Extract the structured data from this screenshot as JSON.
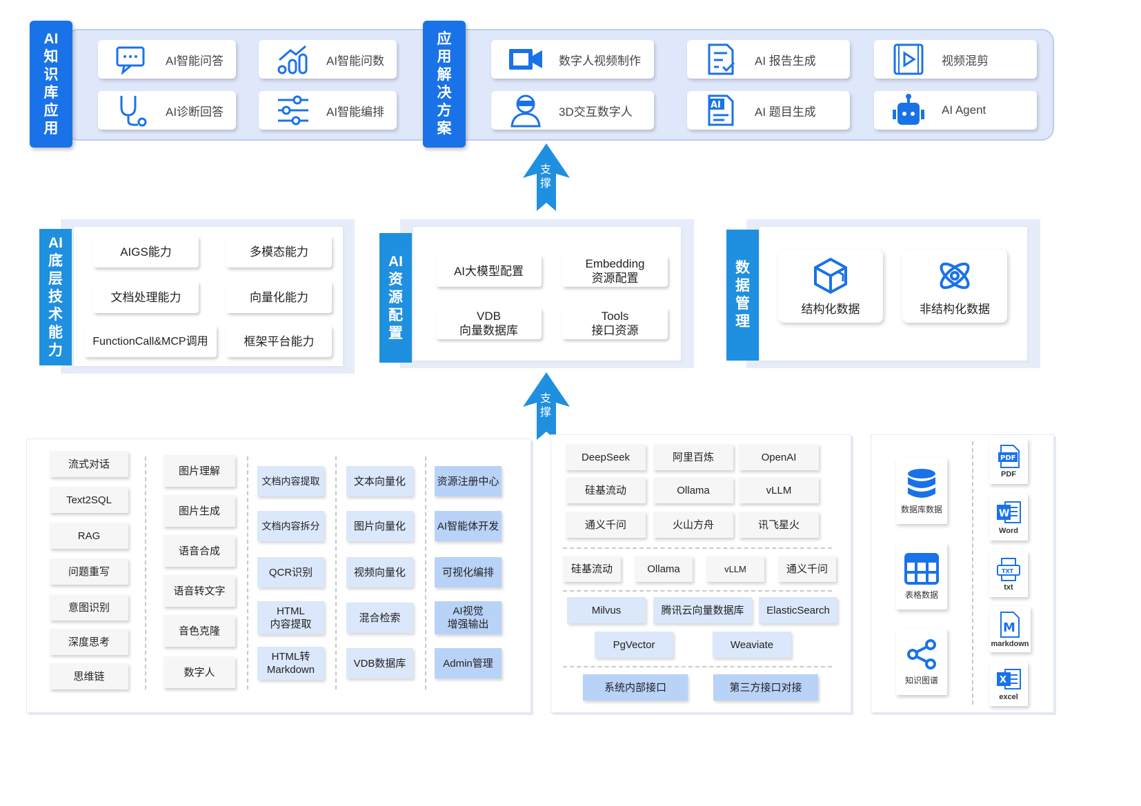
{
  "top": {
    "kb_label": "AI知识库应用",
    "sol_label": "应用解决方案",
    "kb_items": [
      "AI智能问答",
      "AI智能问数",
      "AI诊断回答",
      "AI智能编排"
    ],
    "sol_items": [
      "数字人视频制作",
      "AI 报告生成",
      "视频混剪",
      "3D交互数字人",
      "AI 题目生成",
      "AI Agent"
    ]
  },
  "arrow_text": "支撑",
  "middle": {
    "tech_label": "AI底层技术能力",
    "tech_items": [
      "AIGS能力",
      "多模态能力",
      "文档处理能力",
      "向量化能力",
      "FunctionCall&MCP调用",
      "框架平台能力"
    ],
    "res_label": "AI资源配置",
    "res_items": [
      "AI大模型配置",
      "Embedding\n资源配置",
      "VDB\n向量数据库",
      "Tools\n接口资源"
    ],
    "data_label": "数据管理",
    "data_items": [
      "结构化数据",
      "非结构化数据"
    ]
  },
  "bottom": {
    "col1": [
      "流式对话",
      "Text2SQL",
      "RAG",
      "问题重写",
      "意图识别",
      "深度思考",
      "思维链"
    ],
    "col2": [
      "图片理解",
      "图片生成",
      "语音合成",
      "语音转文字",
      "音色克隆",
      "数字人"
    ],
    "col3": [
      "文档内容提取",
      "文档内容拆分",
      "QCR识别",
      "HTML\n内容提取",
      "HTML转\nMarkdown"
    ],
    "col4": [
      "文本向量化",
      "图片向量化",
      "视频向量化",
      "混合检索",
      "VDB数据库"
    ],
    "col5": [
      "资源注册中心",
      "AI智能体开发",
      "可视化编排",
      "AI视觉\n增强输出",
      "Admin管理"
    ],
    "models": [
      "DeepSeek",
      "阿里百炼",
      "OpenAI",
      "硅基流动",
      "Ollama",
      "vLLM",
      "通义千问",
      "火山方舟",
      "讯飞星火"
    ],
    "embeds": [
      "硅基流动",
      "Ollama",
      "vLLM",
      "通义千问"
    ],
    "vdbs": [
      "Milvus",
      "腾讯云向量数据库",
      "ElasticSearch",
      "PgVector",
      "Weaviate"
    ],
    "apis": [
      "系统内部接口",
      "第三方接口对接"
    ],
    "stores": [
      "数据库数据",
      "表格数据",
      "知识图谱"
    ],
    "files": [
      "PDF",
      "Word",
      "txt",
      "markdown",
      "excel"
    ]
  },
  "colors": {
    "primary": "#1a72e8",
    "accent": "#1f8fe0",
    "band": "#dfe8fb"
  }
}
